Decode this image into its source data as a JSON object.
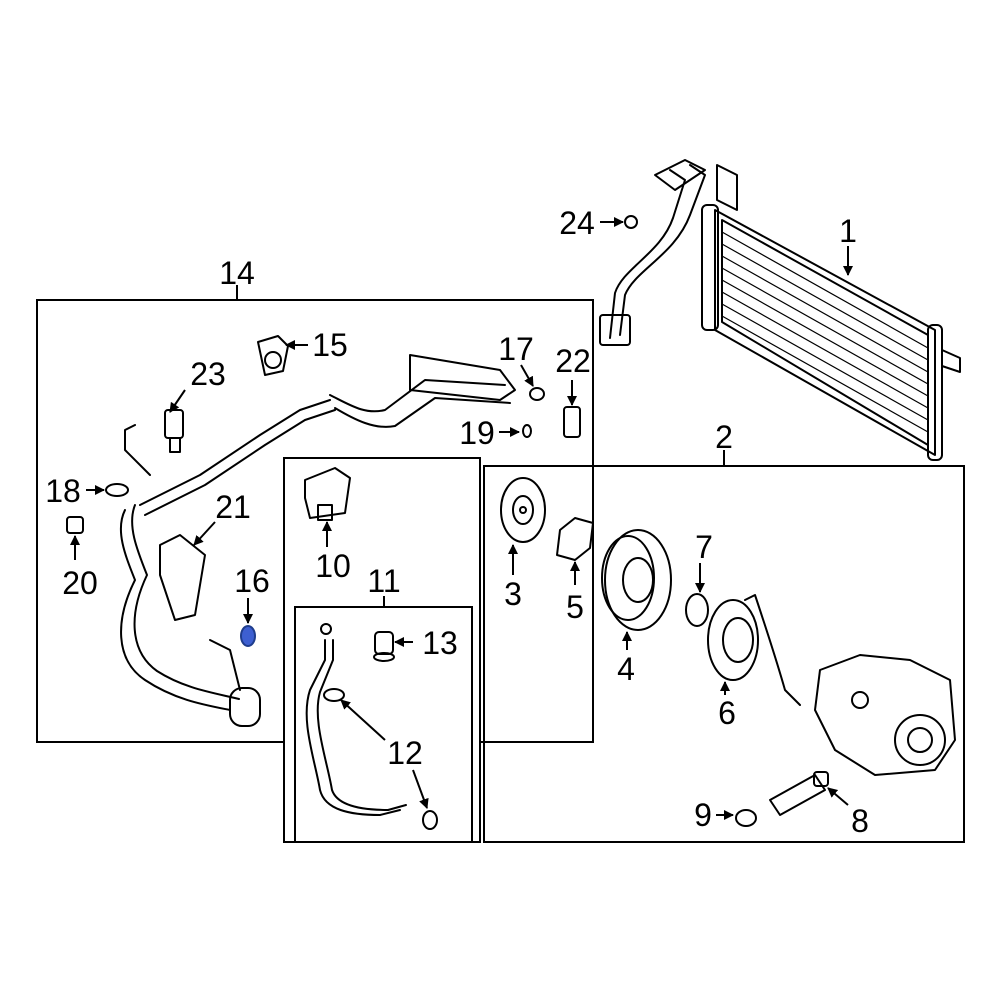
{
  "callouts": {
    "c1": "1",
    "c2": "2",
    "c3": "3",
    "c4": "4",
    "c5": "5",
    "c6": "6",
    "c7": "7",
    "c8": "8",
    "c9": "9",
    "c10": "10",
    "c11": "11",
    "c12": "12",
    "c13": "13",
    "c14": "14",
    "c15": "15",
    "c16": "16",
    "c17": "17",
    "c18": "18",
    "c19": "19",
    "c20": "20",
    "c21": "21",
    "c22": "22",
    "c23": "23",
    "c24": "24"
  },
  "colors": {
    "highlight": "#1f3d8c",
    "highlight_fill": "#3d5fd1",
    "line": "#000000",
    "background": "#ffffff"
  }
}
